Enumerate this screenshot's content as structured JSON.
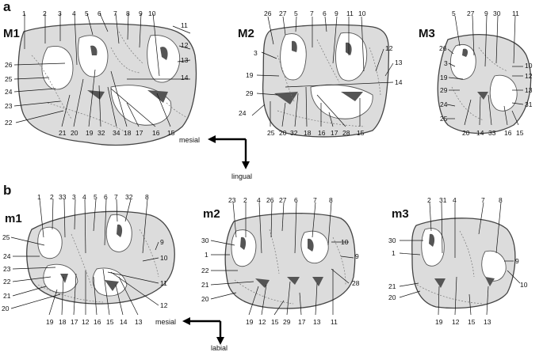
{
  "panels": [
    {
      "letter": "a"
    },
    {
      "letter": "b"
    }
  ],
  "teeth": [
    {
      "id": "M1",
      "label": "M1",
      "numbers": [
        "1",
        "2",
        "3",
        "4",
        "5",
        "6",
        "7",
        "8",
        "9",
        "10",
        "11",
        "12",
        "13",
        "14",
        "15",
        "16",
        "17",
        "18",
        "34",
        "32",
        "19",
        "20",
        "21",
        "22",
        "23",
        "24",
        "25",
        "26"
      ]
    },
    {
      "id": "M2",
      "label": "M2",
      "numbers": [
        "26",
        "27",
        "5",
        "7",
        "6",
        "9",
        "11",
        "10",
        "3",
        "12",
        "13",
        "19",
        "14",
        "29",
        "24",
        "25",
        "20",
        "32",
        "18",
        "16",
        "17",
        "28",
        "15"
      ]
    },
    {
      "id": "M3",
      "label": "M3",
      "numbers": [
        "5",
        "27",
        "9",
        "30",
        "11",
        "26",
        "3",
        "10",
        "19",
        "12",
        "29",
        "13",
        "24",
        "31",
        "25",
        "20",
        "14",
        "33",
        "16",
        "15"
      ]
    },
    {
      "id": "m1",
      "label": "m1",
      "numbers": [
        "1",
        "2",
        "33",
        "3",
        "4",
        "5",
        "6",
        "7",
        "32",
        "8",
        "25",
        "9",
        "24",
        "10",
        "23",
        "22",
        "11",
        "21",
        "20",
        "12",
        "19",
        "18",
        "17",
        "12",
        "16",
        "15",
        "14",
        "13"
      ]
    },
    {
      "id": "m2",
      "label": "m2",
      "numbers": [
        "23",
        "2",
        "4",
        "26",
        "27",
        "6",
        "7",
        "8",
        "30",
        "10",
        "1",
        "9",
        "22",
        "21",
        "28",
        "20",
        "19",
        "12",
        "15",
        "29",
        "17",
        "13",
        "11"
      ]
    },
    {
      "id": "m3",
      "label": "m3",
      "numbers": [
        "2",
        "31",
        "4",
        "7",
        "8",
        "30",
        "1",
        "9",
        "21",
        "10",
        "20",
        "19",
        "12",
        "15",
        "13"
      ]
    }
  ],
  "orientation": {
    "top": {
      "mesial": "mesial",
      "lingual": "lingual"
    },
    "bottom": {
      "mesial": "mesial",
      "labial": "labial"
    }
  }
}
